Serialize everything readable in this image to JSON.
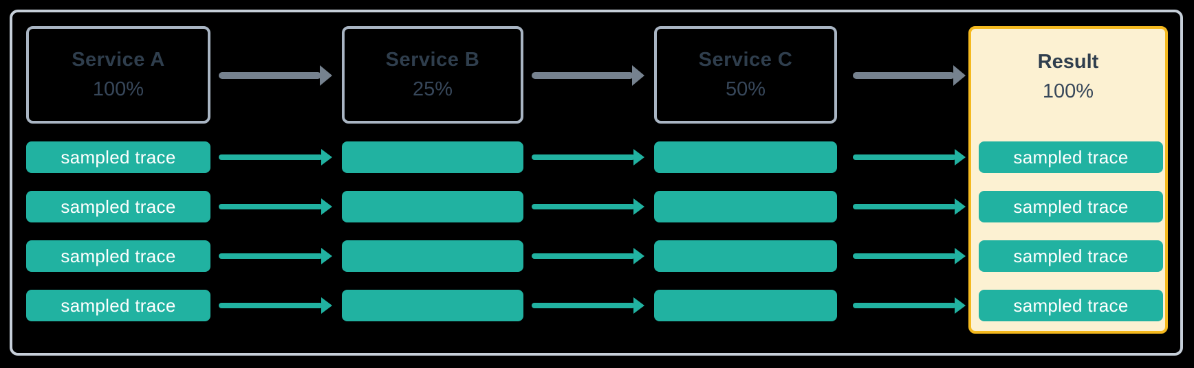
{
  "diagram": {
    "description": "Trace sampling flow across services",
    "services": [
      {
        "name": "Service A",
        "rate": "100%"
      },
      {
        "name": "Service B",
        "rate": "25%"
      },
      {
        "name": "Service C",
        "rate": "50%"
      }
    ],
    "result": {
      "name": "Result",
      "rate": "100%"
    },
    "labels": {
      "sampled_trace": "sampled trace"
    },
    "trace_rows": 4,
    "colors": {
      "background": "#000000",
      "outer_border": "#C6CFD9",
      "service_box_border": "#A9B5C3",
      "service_text": "#2F3E4D",
      "flow_arrow_gray": "#76828F",
      "trace_teal": "#21B2A1",
      "trace_text": "#FFFFFF",
      "result_fill": "#FCF1D2",
      "result_border": "#F4B91F"
    }
  }
}
